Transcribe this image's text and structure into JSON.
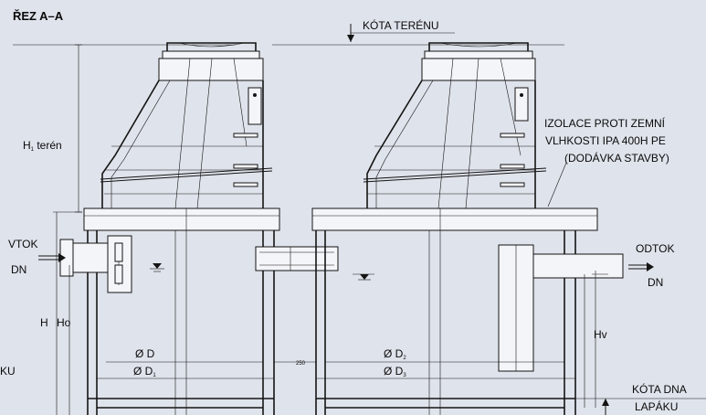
{
  "drawing": {
    "title": "ŘEZ A–A",
    "ground_level": "KÓTA TERÉNU",
    "height_terrain": "H",
    "height_terrain_sub": "1",
    "height_terrain_suffix": " terén",
    "inlet_label": "VTOK",
    "inlet_dn": "DN",
    "outlet_label": "ODTOK",
    "outlet_dn": "DN",
    "insulation_line1": "IZOLACE PROTI ZEMNÍ",
    "insulation_line2": "VLHKOSTI IPA 400H PE",
    "insulation_line3": "(DODÁVKA STAVBY)",
    "height_h": "H",
    "height_ho": "Ho",
    "height_hv": "Hv",
    "left_cut_label": "KU",
    "dia_d": "Ø D",
    "dia_d1": "Ø D",
    "dia_d1_sub": "1",
    "dia_d2": "Ø D",
    "dia_d2_sub": "2",
    "dia_d3": "Ø D",
    "dia_d3_sub": "3",
    "gap_dim": "250",
    "bottom_level_line1": "KÓTA DNA",
    "bottom_level_line2": "LAPÁKU"
  }
}
